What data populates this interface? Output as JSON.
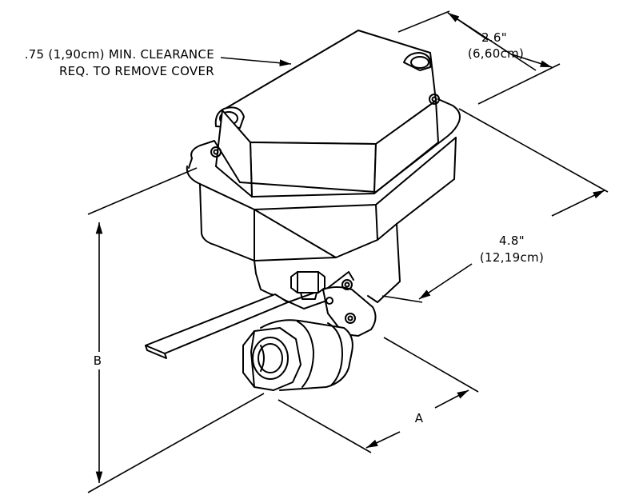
{
  "note": {
    "line1": ".75 (1,90cm) MIN. CLEARANCE",
    "line2": "REQ. TO REMOVE COVER"
  },
  "dimensions": {
    "depth_in": "2.6\"",
    "depth_cm": "(6,60cm)",
    "width_in": "4.8\"",
    "width_cm": "(12,19cm)",
    "height_label": "B",
    "length_label": "A"
  },
  "colors": {
    "line": "#000000",
    "background": "#ffffff"
  }
}
